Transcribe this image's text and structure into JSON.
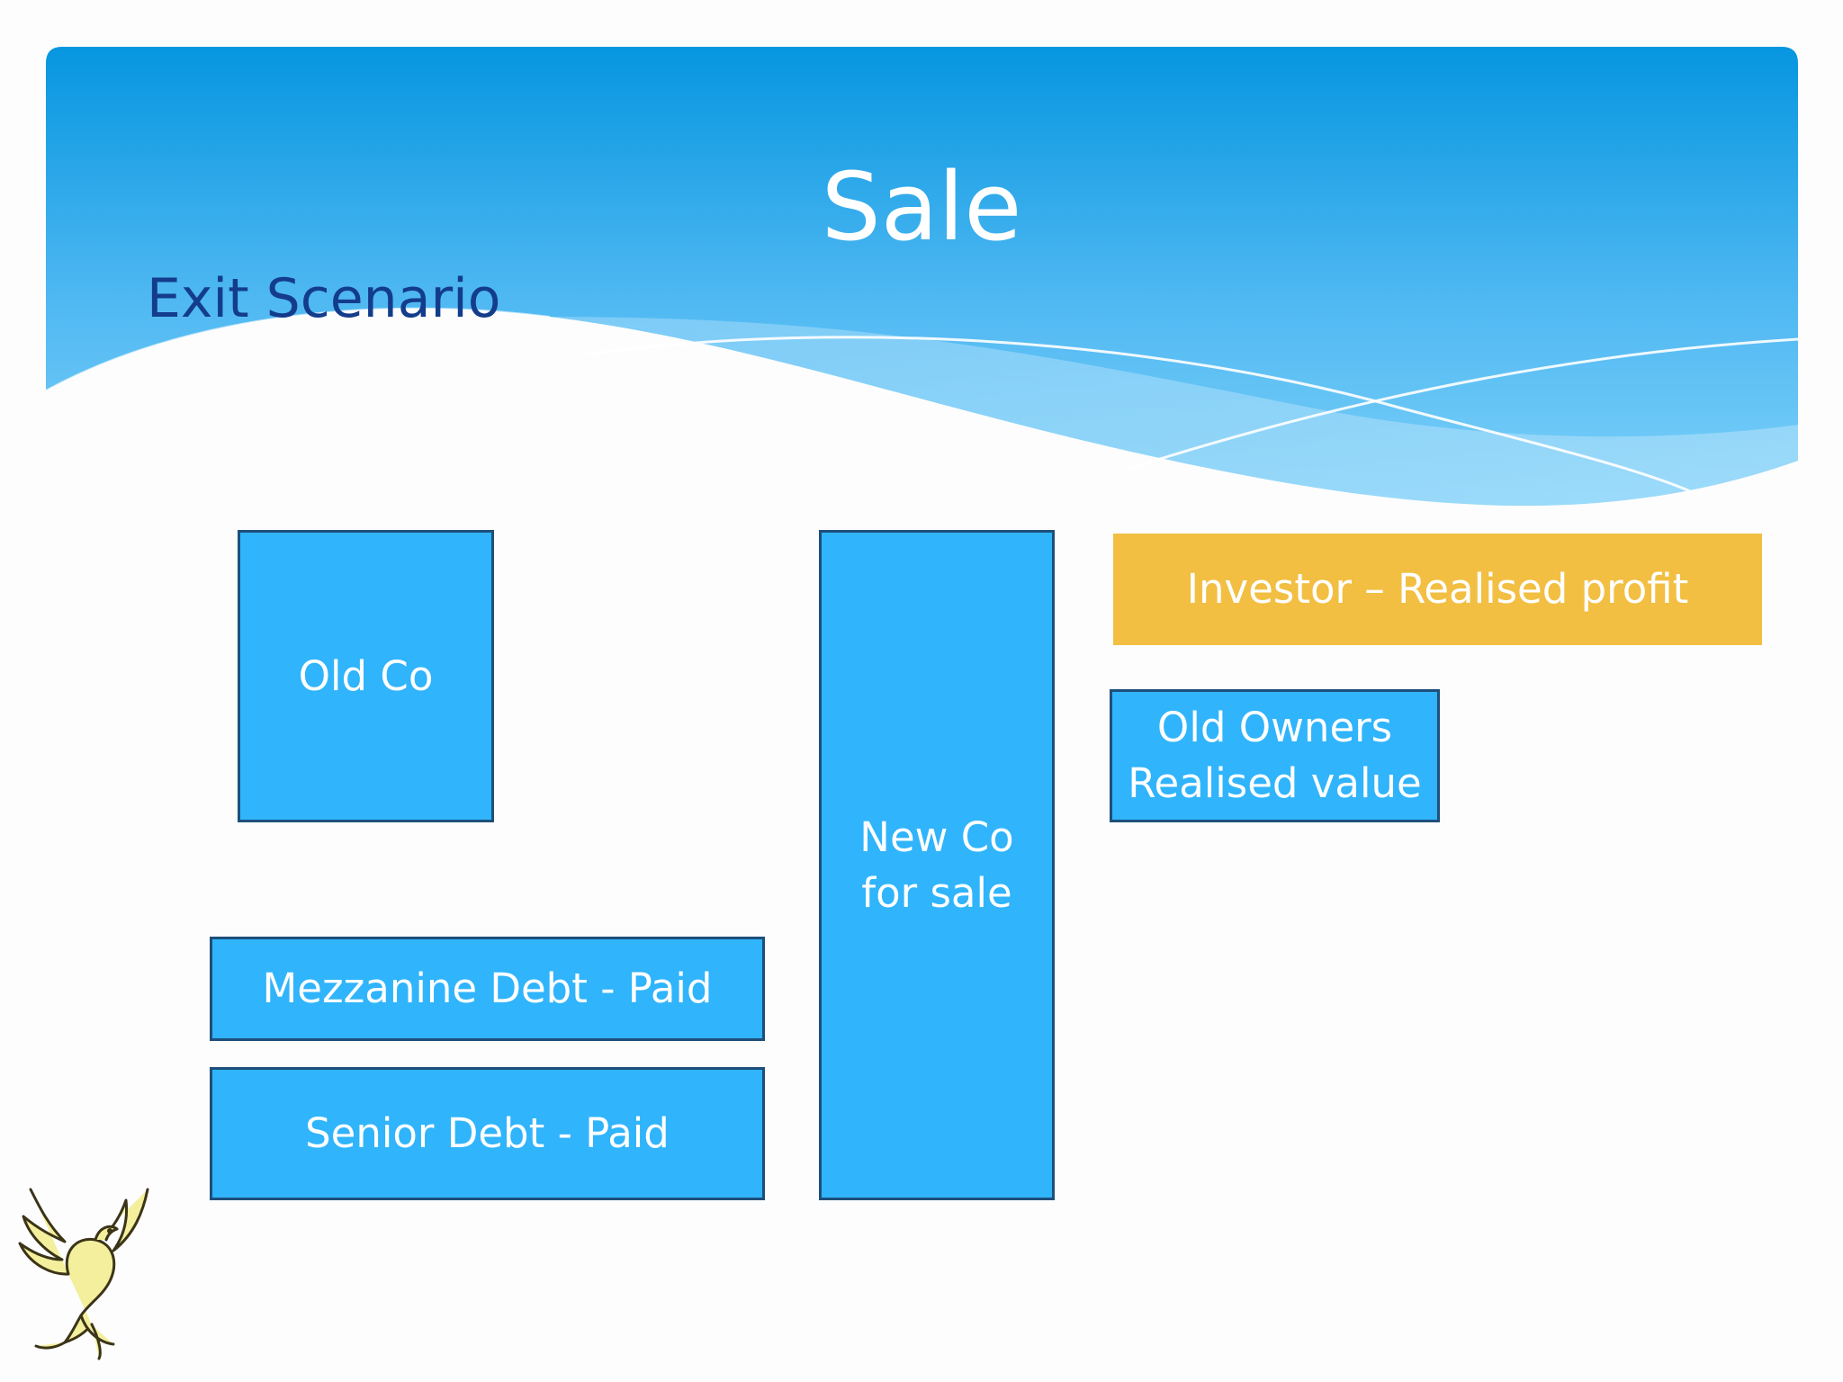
{
  "slide": {
    "title": "Sale",
    "subtitle": "Exit Scenario"
  },
  "boxes": {
    "old_co": "Old Co",
    "new_co": "New Co\nfor sale",
    "investor": "Investor – Realised profit",
    "old_owners": "Old Owners\nRealised value",
    "mezzanine": "Mezzanine Debt - Paid",
    "senior": "Senior Debt - Paid"
  },
  "colors": {
    "header_top": "#0696e0",
    "header_bottom": "#7cd0f8",
    "box_fill": "#30b4fb",
    "box_border": "#1e4f7a",
    "investor_fill": "#f2bf43",
    "subtitle": "#143c8c"
  },
  "icons": {
    "logo": "phoenix-logo"
  }
}
